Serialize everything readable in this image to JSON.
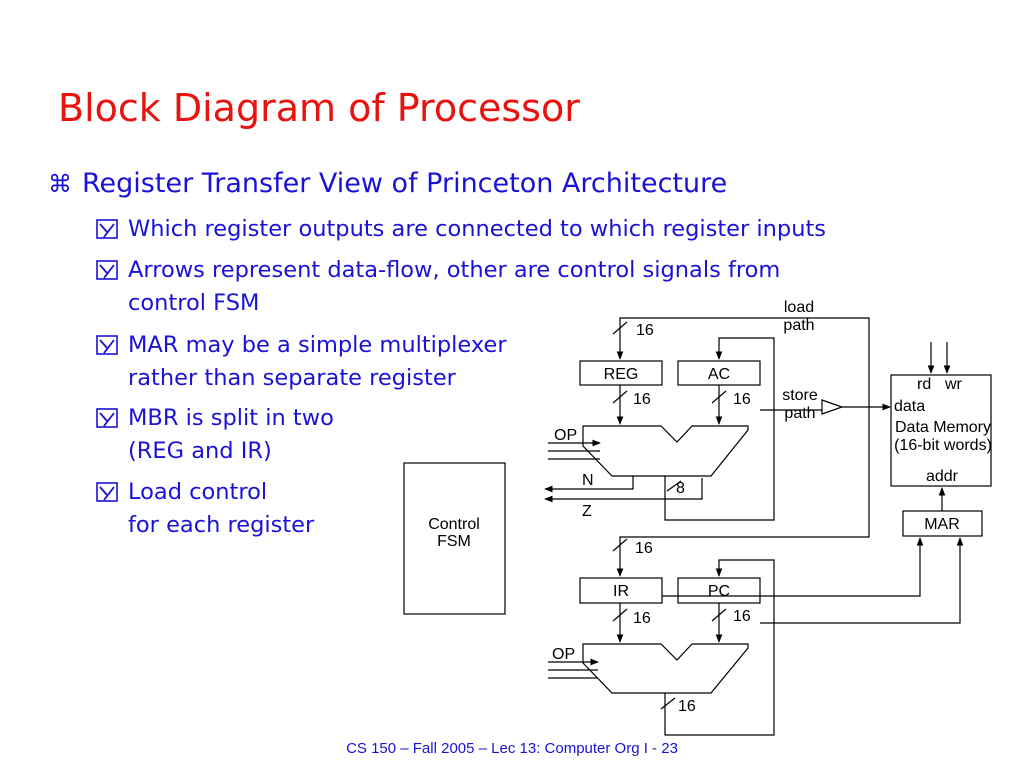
{
  "slide": {
    "title": "Block Diagram of Processor",
    "bullet": "Register Transfer View of Princeton Architecture",
    "subbullets": [
      "Which register outputs are connected to which register inputs",
      "Arrows represent data-flow, other are control signals from",
      "control FSM",
      "MAR may be a simple multiplexer",
      "rather than separate register",
      "MBR is split in two",
      "(REG and IR)",
      "Load control",
      "for each register"
    ],
    "footer": "CS 150 – Fall  2005 – Lec 13: Computer Org I - 23"
  },
  "diagram": {
    "blocks": {
      "reg": "REG",
      "ac": "AC",
      "ir": "IR",
      "pc": "PC",
      "mar": "MAR",
      "control_1": "Control",
      "control_2": "FSM",
      "mem_rd": "rd",
      "mem_wr": "wr",
      "mem_data": "data",
      "mem_name": "Data Memory",
      "mem_words": "(16-bit words)",
      "mem_addr": "addr"
    },
    "labels": {
      "load_1": "load",
      "load_2": "path",
      "store_1": "store",
      "store_2": "path",
      "op_top": "OP",
      "op_bottom": "OP",
      "n": "N",
      "z": "Z",
      "w16_reg_in": "16",
      "w16_reg_out": "16",
      "w16_ac_out": "16",
      "w8": "8",
      "w16_ir_in": "16",
      "w16_ir_out": "16",
      "w16_pc_out": "16",
      "w16_alu2_out": "16"
    }
  },
  "colors": {
    "title": "#e8130f",
    "text": "#1a12d6",
    "lines": "#000000"
  }
}
